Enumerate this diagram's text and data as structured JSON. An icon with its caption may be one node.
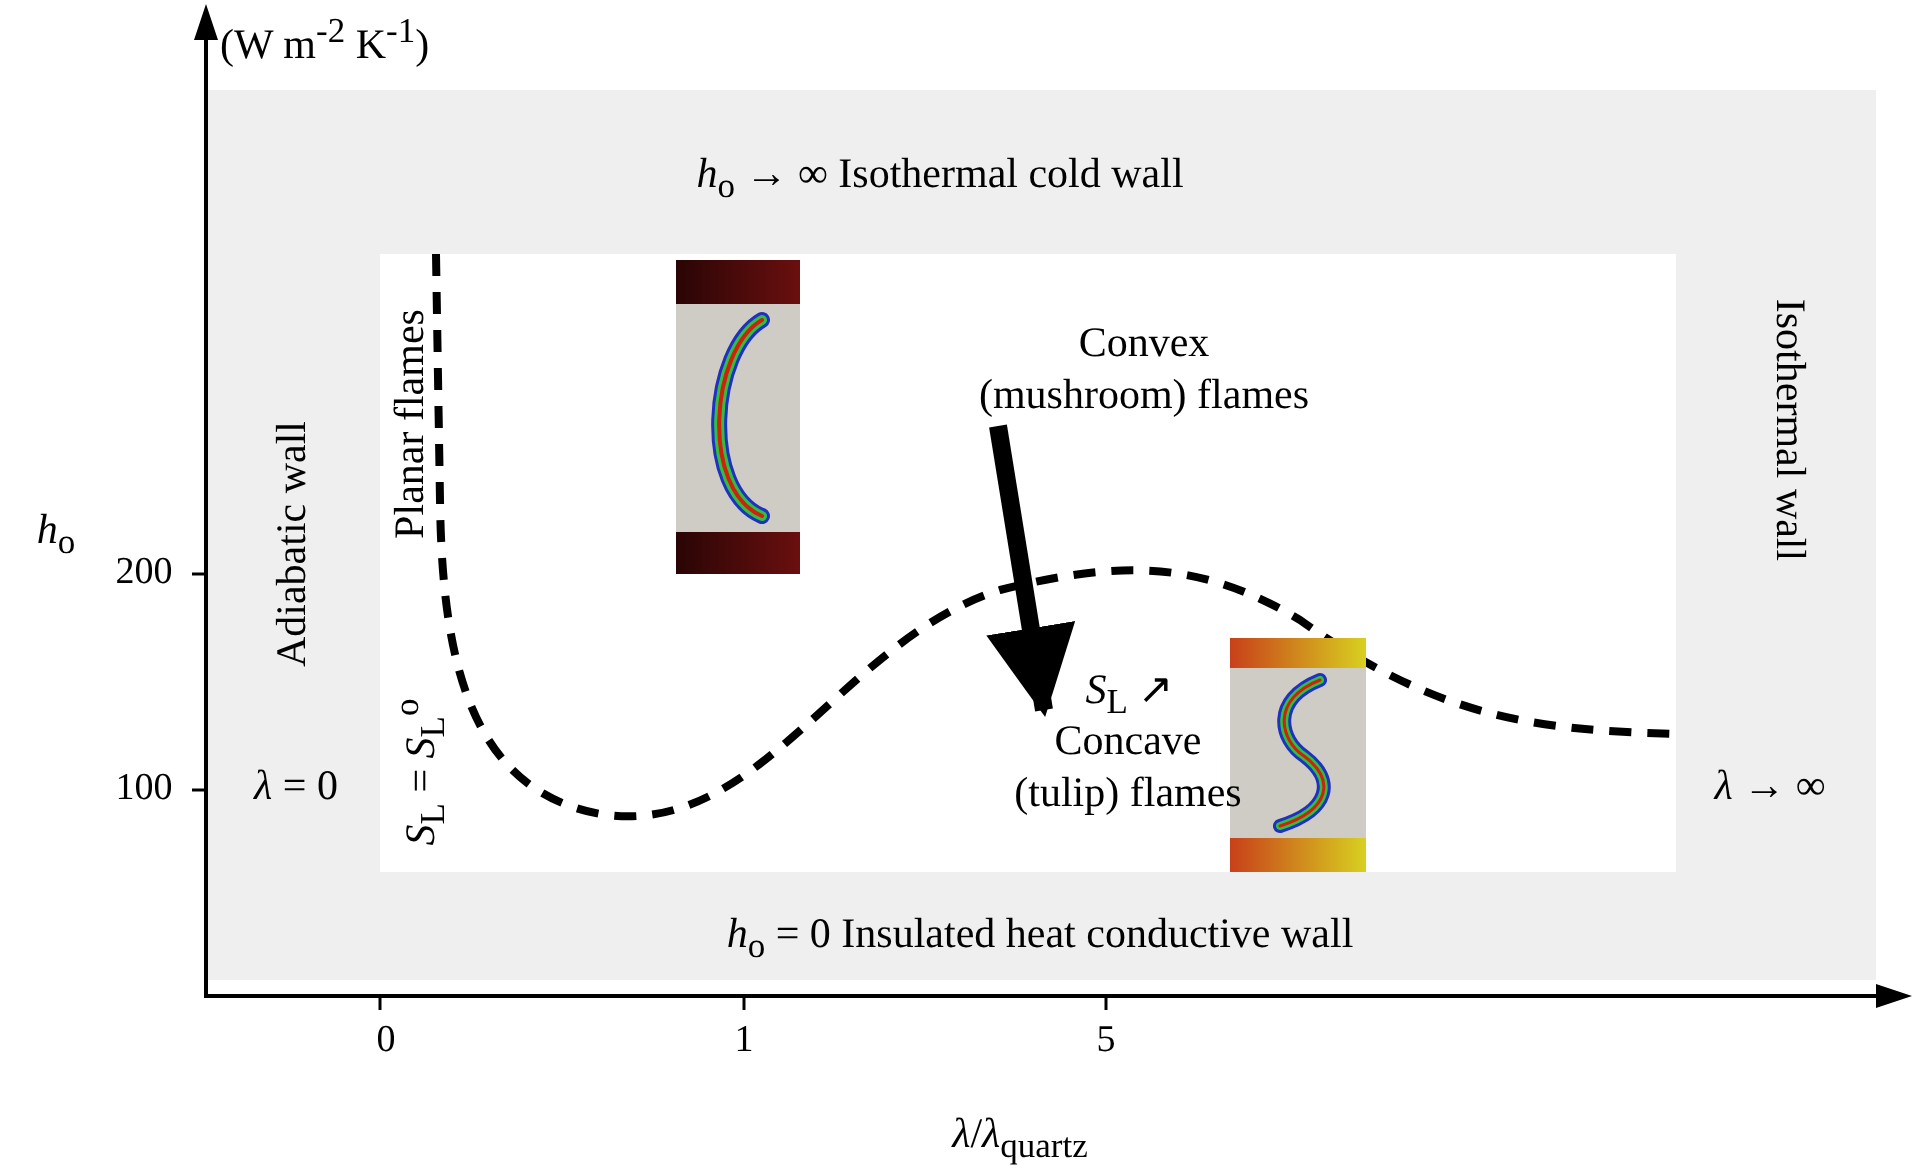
{
  "diagram": {
    "nodes": [
      {
        "text": [
          "Convex (mushroom) flames"
        ]
      },
      {
        "text": [
          "Concave (tulip) flames"
        ]
      }
    ],
    "edges": [
      {
        "from": 0,
        "to": 1,
        "arrow": "to"
      }
    ],
    "labels": [
      "(W m$^{-2}$ K$^{-1}$)",
      "*h*$_{o}$ → ∞ Isothermal cold wall",
      "Planar flames",
      "*h*$_{o}$",
      "200",
      "Adiabatic wall",
      "Isothermal wall",
      "*S*$_{L}$ ↗",
      "*λ* = 0",
      "100",
      "*S*$_{L}$ = *S*$_{L}$$^{o}$",
      "*λ* → ∞",
      "*h*$_{o}$ = 0 Insulated heat conductive wall",
      "0",
      "1",
      "5",
      "*λ*/*λ*$_{quartz}$"
    ]
  }
}
